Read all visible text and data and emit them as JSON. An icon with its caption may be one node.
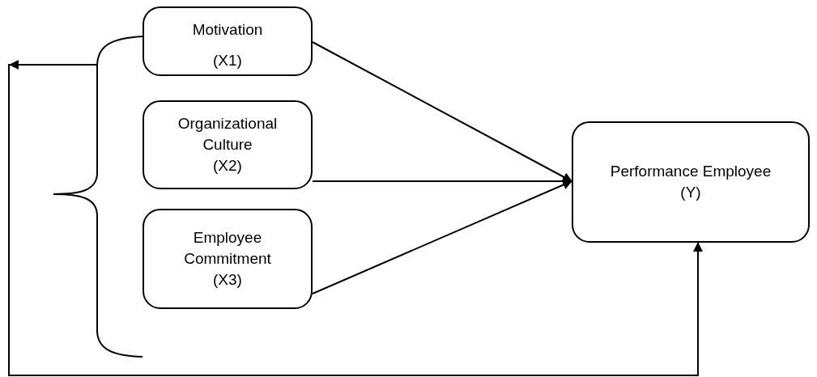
{
  "diagram": {
    "nodes": [
      {
        "text": [
          "Motivation",
          "(X1)"
        ]
      },
      {
        "text": [
          "Organizational Culture",
          "(X2)"
        ]
      },
      {
        "text": [
          "Employee Commitment",
          "(X3)"
        ]
      },
      {
        "text": [
          "Performance Employee",
          "(Y)"
        ]
      }
    ],
    "edges": [
      {
        "from": 0,
        "to": 3,
        "arrow": "to"
      },
      {
        "from": 1,
        "to": 3,
        "arrow": "to"
      },
      {
        "from": 2,
        "to": 3,
        "arrow": "to"
      },
      {
        "from": null,
        "to": 3,
        "arrow": "to"
      }
    ]
  }
}
